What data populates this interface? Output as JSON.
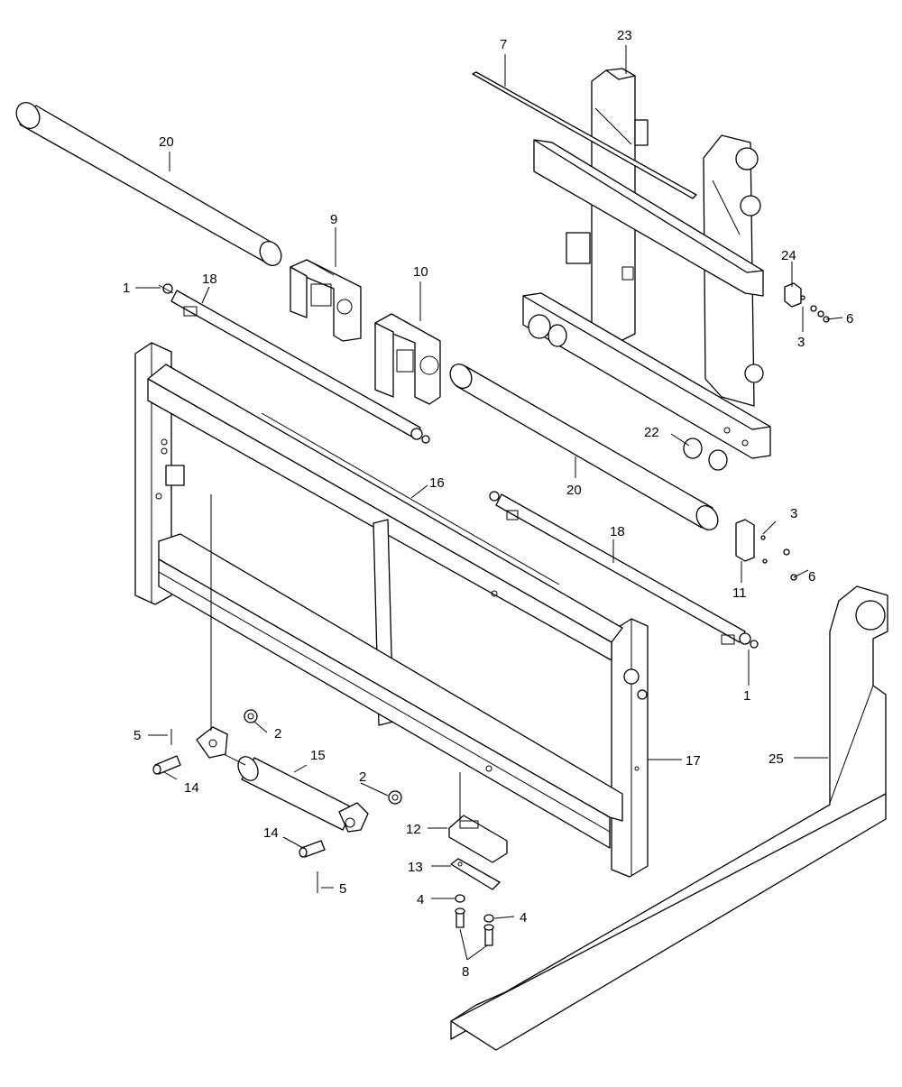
{
  "diagram": {
    "part_numbers": {
      "p1a": "1",
      "p1b": "1",
      "p2a": "2",
      "p2b": "2",
      "p3a": "3",
      "p3b": "3",
      "p4a": "4",
      "p4b": "4",
      "p5a": "5",
      "p5b": "5",
      "p6a": "6",
      "p6b": "6",
      "p7": "7",
      "p8": "8",
      "p9": "9",
      "p10": "10",
      "p11": "11",
      "p12": "12",
      "p13": "13",
      "p14a": "14",
      "p14b": "14",
      "p15": "15",
      "p16": "16",
      "p17": "17",
      "p18a": "18",
      "p18b": "18",
      "p20a": "20",
      "p20b": "20",
      "p22": "22",
      "p23": "23",
      "p24": "24",
      "p25": "25"
    }
  }
}
